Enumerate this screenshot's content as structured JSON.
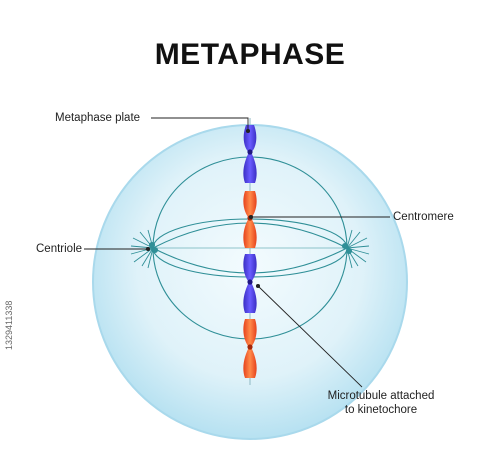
{
  "title": "METAPHASE",
  "labels": {
    "metaphase_plate": "Metaphase plate",
    "centriole": "Centriole",
    "centromere": "Centromere",
    "microtubule_line1": "Microtubule attached",
    "microtubule_line2": "to kinetochore"
  },
  "image_id": "1329411338",
  "colors": {
    "cell_fill": "#d6eef7",
    "cell_edge": "#a9d9ec",
    "spindle": "#2f8f97",
    "chromosome_blue": "#4b3fd9",
    "chromosome_red": "#f0592b",
    "leader": "#222222"
  }
}
